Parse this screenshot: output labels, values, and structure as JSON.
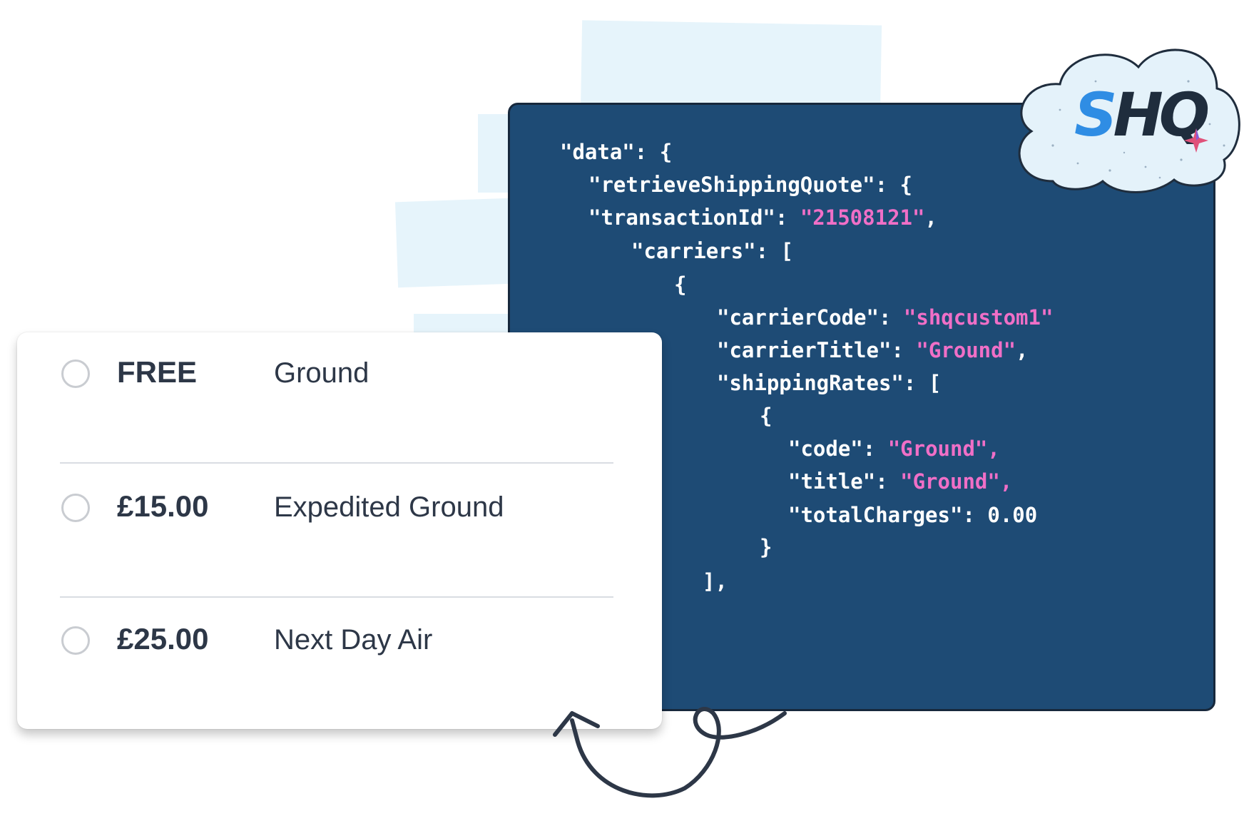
{
  "code": {
    "lines": [
      {
        "key": "\"data\"",
        "sep": ": ",
        "value": "{",
        "value_type": "punct"
      },
      {
        "key": "\"retrieveShippingQuote\"",
        "sep": ": ",
        "value": "{",
        "value_type": "punct"
      },
      {
        "key": "\"transactionId\"",
        "sep": ": ",
        "value": "\"21508121\"",
        "value_type": "string",
        "tail": ","
      },
      {
        "key": "\"carriers\"",
        "sep": ": ",
        "value": "[",
        "value_type": "punct"
      },
      {
        "key": "",
        "sep": "",
        "value": "{",
        "value_type": "punct"
      },
      {
        "key": "\"carrierCode\"",
        "sep": ": ",
        "value": "\"shqcustom1\"",
        "value_type": "string"
      },
      {
        "key": "\"carrierTitle\"",
        "sep": ": ",
        "value": "\"Ground\"",
        "value_type": "string",
        "tail": ","
      },
      {
        "key": "\"shippingRates\"",
        "sep": ": ",
        "value": "[",
        "value_type": "punct"
      },
      {
        "key": "",
        "sep": "",
        "value": "{",
        "value_type": "punct"
      },
      {
        "key": "\"code\"",
        "sep": ": ",
        "value": "\"Ground\",",
        "value_type": "string"
      },
      {
        "key": "\"title\"",
        "sep": ": ",
        "value": "\"Ground\",",
        "value_type": "string"
      },
      {
        "key": "\"totalCharges\"",
        "sep": ": ",
        "value": "0.00",
        "value_type": "number"
      },
      {
        "key": "",
        "sep": "",
        "value": "}",
        "value_type": "punct"
      },
      {
        "key": "",
        "sep": "",
        "value": "],",
        "value_type": "punct"
      }
    ]
  },
  "logo": {
    "s": "S",
    "hq": "HQ",
    "accent_color": "#e0527a",
    "brand_blue": "#2f8de4"
  },
  "shipping_options": [
    {
      "price": "FREE",
      "method": "Ground",
      "selected": false
    },
    {
      "price": "£15.00",
      "method": "Expedited Ground",
      "selected": false
    },
    {
      "price": "£25.00",
      "method": "Next Day Air",
      "selected": false
    }
  ],
  "colors": {
    "panel_bg": "#1e4b75",
    "string_color": "#f06fc7",
    "text_dark": "#2d3747"
  }
}
